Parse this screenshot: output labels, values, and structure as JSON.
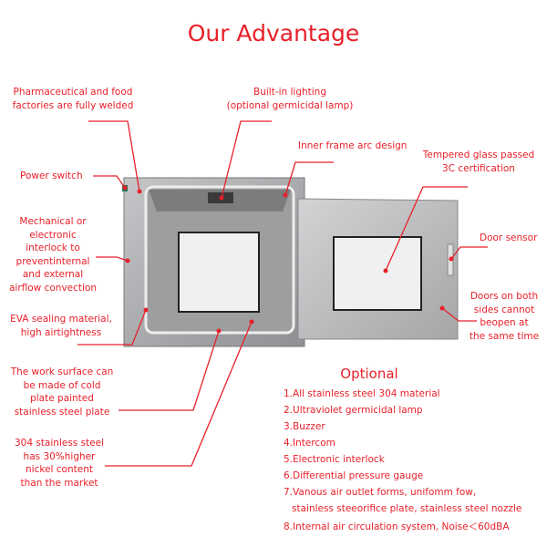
{
  "title": "Our Advantage",
  "callouts": {
    "welded": [
      "Pharmaceutical and food",
      "factories are fully welded"
    ],
    "lighting": [
      "Built-in lighting",
      "(optional germicidal lamp)"
    ],
    "arc": "Inner frame arc design",
    "glass": [
      "Tempered glass passed",
      "3C certification"
    ],
    "power": "Power switch",
    "interlock": [
      "Mechanical or",
      "electronic",
      "interlock to",
      "preventinternal",
      "and external",
      "airflow convection"
    ],
    "sensor": "Door sensor",
    "doors": [
      "Doors on both",
      "sides cannot",
      "beopen at",
      "the same time"
    ],
    "eva": [
      "EVA sealing material,",
      "high airtightness"
    ],
    "surface": [
      "The work surface can",
      "be made of cold",
      "plate painted",
      "stainless steel plate"
    ],
    "steel": [
      "304 stainless steel",
      "has 30%higher",
      "nickel content",
      "than the market"
    ]
  },
  "optional": {
    "title": "Optional",
    "items": [
      "1.All stainless steel 304 material",
      "2.Ultraviolet germicidal lamp",
      "3.Buzzer",
      "4.Intercom",
      "5.Electronic interlock",
      "6.Differential pressure gauge",
      "7.Vanous air outlet forms, unifomm fow,",
      "stainless steeorifice plate, stainless steel nozzle",
      "8.Internal air circulation system, Noise＜60dBA"
    ]
  },
  "colors": {
    "accent": "#e8202a",
    "steel": "#a9abad"
  }
}
